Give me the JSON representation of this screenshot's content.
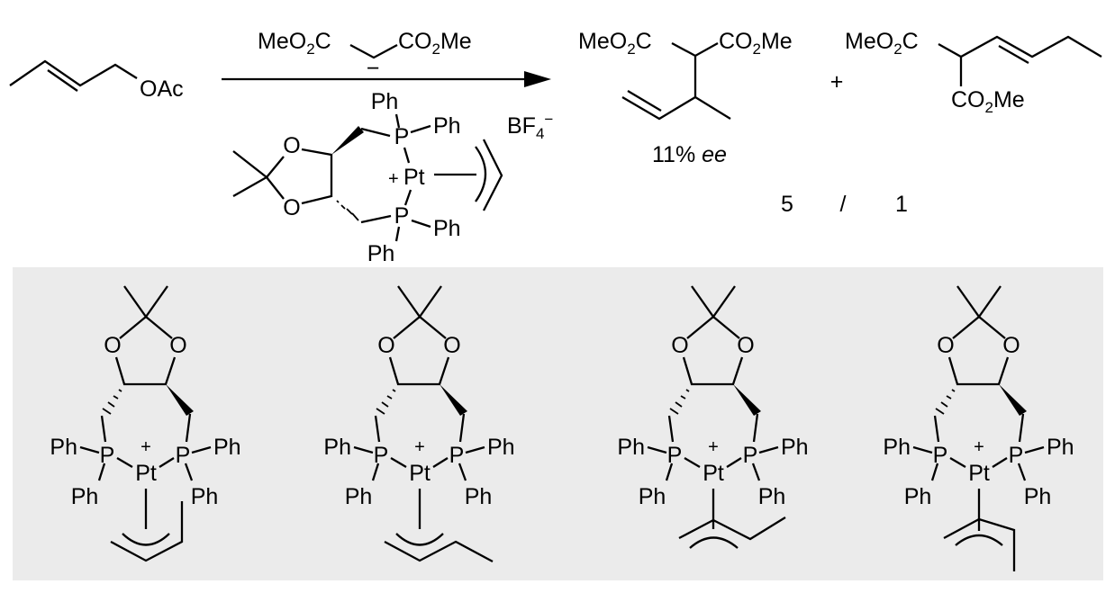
{
  "reactant": {
    "leaving_group": "OAc"
  },
  "reagent": {
    "left": {
      "a": "MeO",
      "sub": "2",
      "b": "C"
    },
    "right": {
      "a": "CO",
      "sub": "2",
      "b": "Me"
    },
    "charge": "−"
  },
  "catalyst": {
    "ph": "Ph",
    "p": "P",
    "o": "O",
    "plus": "+",
    "pt": "Pt",
    "counterion": {
      "a": "BF",
      "sub": "4",
      "sup": "−"
    }
  },
  "product_branched": {
    "left": {
      "a": "MeO",
      "sub": "2",
      "b": "C"
    },
    "right": {
      "a": "CO",
      "sub": "2",
      "b": "Me"
    },
    "ee_value": "11%",
    "ee_label": "ee"
  },
  "plus_sign": "+",
  "product_linear": {
    "top": {
      "a": "MeO",
      "sub": "2",
      "b": "C"
    },
    "bottom": {
      "a": "CO",
      "sub": "2",
      "b": "Me"
    }
  },
  "ratio": {
    "major": "5",
    "separator": "/",
    "minor": "1"
  },
  "intermediates": {
    "panel_color": "#ebebeb",
    "ph": "Ph",
    "p": "P",
    "o": "O",
    "plus": "+",
    "pt": "Pt"
  }
}
